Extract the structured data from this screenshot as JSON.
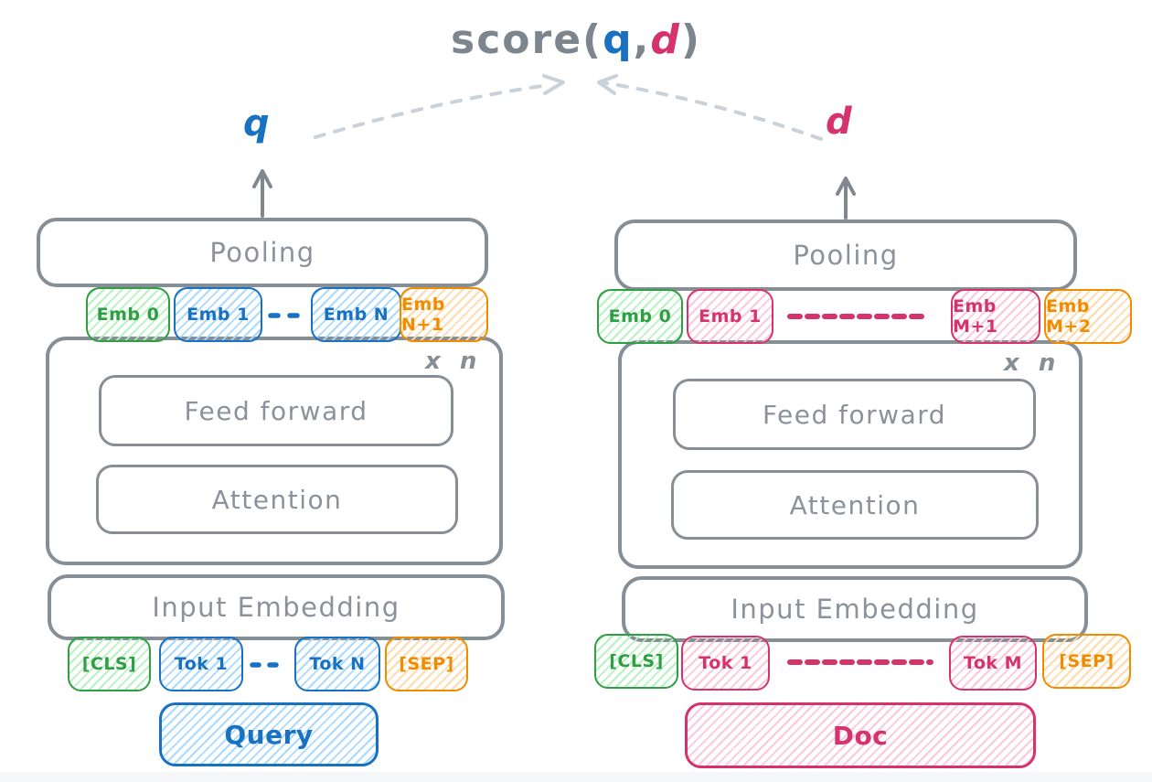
{
  "title": {
    "prefix": "score(",
    "q": "q",
    "comma": ",",
    "d": "d",
    "suffix": ")"
  },
  "colors": {
    "gray_stroke": "#868e96",
    "gray_text": "#8a929b",
    "dashed_arrow_gray": "#c9d1d9",
    "blue": "#1971c2",
    "green": "#2f9e44",
    "orange": "#f08c00",
    "crimson": "#d6336c"
  },
  "query_tower": {
    "output_label": "q",
    "pooling_label": "Pooling",
    "embeddings": {
      "emb0": "Emb 0",
      "emb1": "Emb 1",
      "embN": "Emb N",
      "embN1": "Emb N+1"
    },
    "encoder": {
      "repeat_label": "x n",
      "feed_forward_label": "Feed forward",
      "attention_label": "Attention"
    },
    "input_embedding_label": "Input Embedding",
    "tokens": {
      "cls": "[CLS]",
      "tok1": "Tok 1",
      "tokN": "Tok N",
      "sep": "[SEP]"
    },
    "input_label": "Query"
  },
  "doc_tower": {
    "output_label": "d",
    "pooling_label": "Pooling",
    "embeddings": {
      "emb0": "Emb 0",
      "emb1": "Emb 1",
      "embM1": "Emb M+1",
      "embM2": "Emb M+2"
    },
    "encoder": {
      "repeat_label": "x n",
      "feed_forward_label": "Feed forward",
      "attention_label": "Attention"
    },
    "input_embedding_label": "Input Embedding",
    "tokens": {
      "cls": "[CLS]",
      "tok1": "Tok 1",
      "tokM": "Tok M",
      "sep": "[SEP]"
    },
    "input_label": "Doc"
  }
}
